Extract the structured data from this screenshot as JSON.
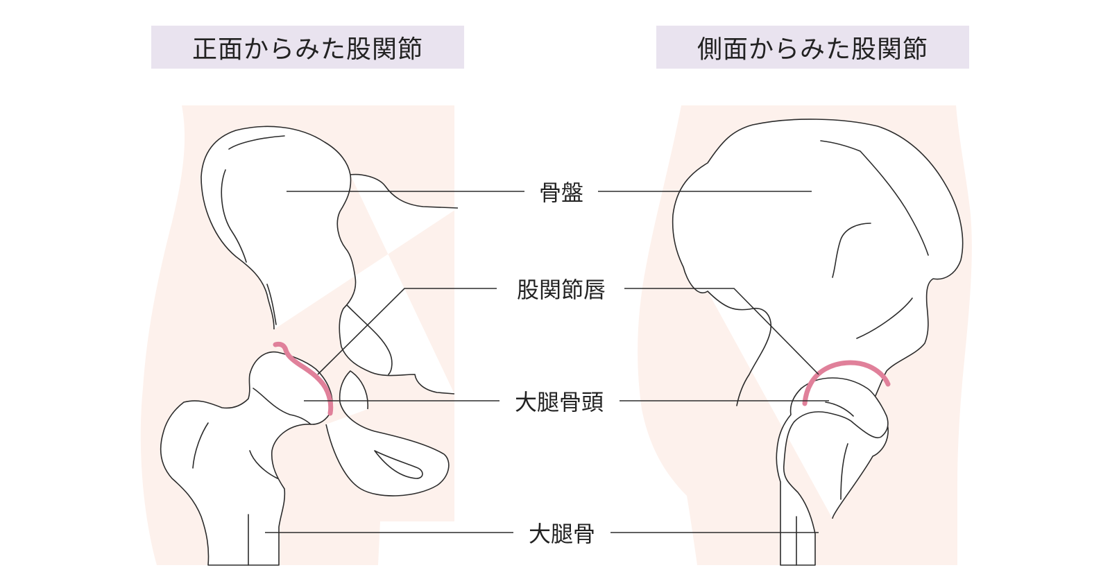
{
  "titles": {
    "front": "正面からみた股関節",
    "side": "側面からみた股関節"
  },
  "labels": {
    "pelvis": "骨盤",
    "labrum": "股関節唇",
    "femoral_head": "大腿骨頭",
    "femur": "大腿骨"
  },
  "colors": {
    "title_background": "#e9e3ef",
    "body_silhouette": "#fdf1ec",
    "labrum": "#e0809a",
    "outline": "#2b2b2b"
  }
}
